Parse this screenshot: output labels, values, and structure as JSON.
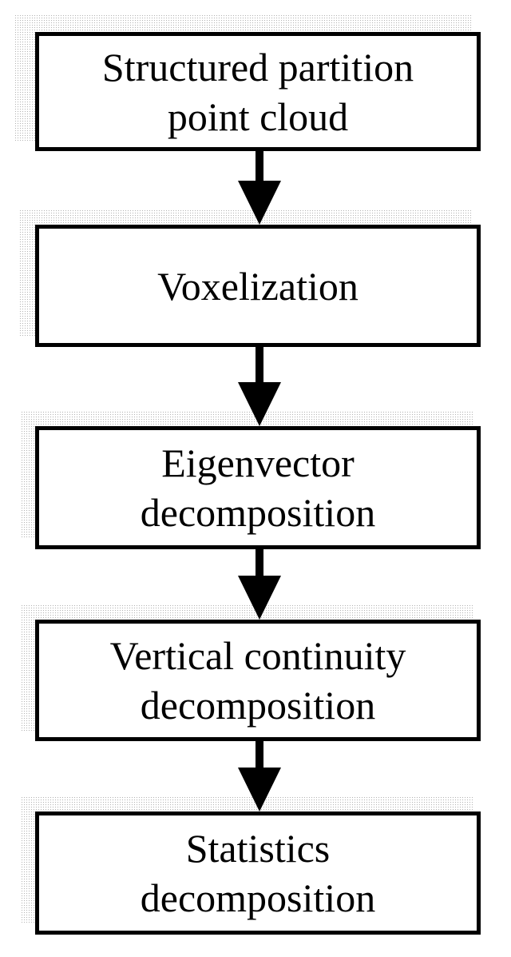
{
  "steps": [
    {
      "line1": "Structured partition",
      "line2": "point cloud"
    },
    {
      "line1": "Voxelization",
      "line2": ""
    },
    {
      "line1": "Eigenvector",
      "line2": "decomposition"
    },
    {
      "line1": "Vertical continuity",
      "line2": "decomposition"
    },
    {
      "line1": "Statistics",
      "line2": "decomposition"
    }
  ]
}
